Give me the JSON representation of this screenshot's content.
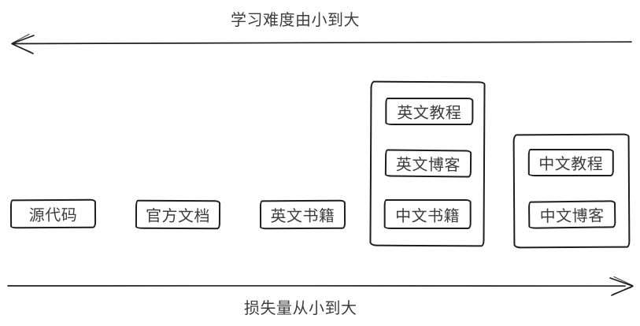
{
  "labels": {
    "top_axis": "学习难度由小到大",
    "bottom_axis": "损失量从小到大"
  },
  "nodes": {
    "source_code": "源代码",
    "official_docs": "官方文档",
    "english_books": "英文书籍",
    "english_tutorials": "英文教程",
    "english_blogs": "英文博客",
    "chinese_books": "中文书籍",
    "chinese_tutorials": "中文教程",
    "chinese_blogs": "中文博客"
  },
  "axes": {
    "top_direction": "left",
    "bottom_direction": "right"
  },
  "colors": {
    "stroke": "#1e1e1e",
    "text": "#3d3d3d",
    "background": "#ffffff"
  }
}
